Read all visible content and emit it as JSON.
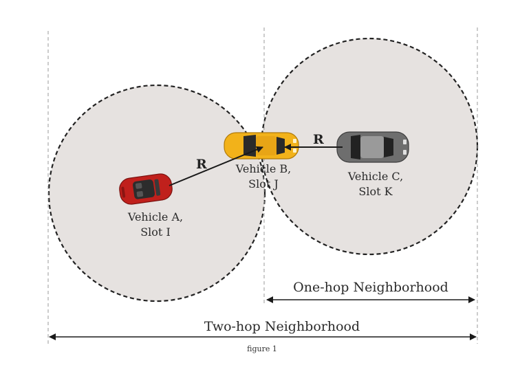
{
  "diagram": {
    "vehicles": [
      {
        "id": "A",
        "line1": "Vehicle A,",
        "line2": "Slot I",
        "color": "#c0201c"
      },
      {
        "id": "B",
        "line1": "Vehicle B,",
        "line2": "Slot J",
        "color": "#f2b21a"
      },
      {
        "id": "C",
        "line1": "Vehicle C,",
        "line2": "Slot K",
        "color": "#6e6e6e"
      }
    ],
    "range_label_left": "R",
    "range_label_right": "R",
    "one_hop_label": "One-hop Neighborhood",
    "two_hop_label": "Two-hop Neighborhood",
    "caption": "figure 1",
    "colors": {
      "circle_fill": "#e6e2e0",
      "circle_stroke": "#222222",
      "arrow": "#1a1a1a",
      "guide": "#999999"
    }
  }
}
